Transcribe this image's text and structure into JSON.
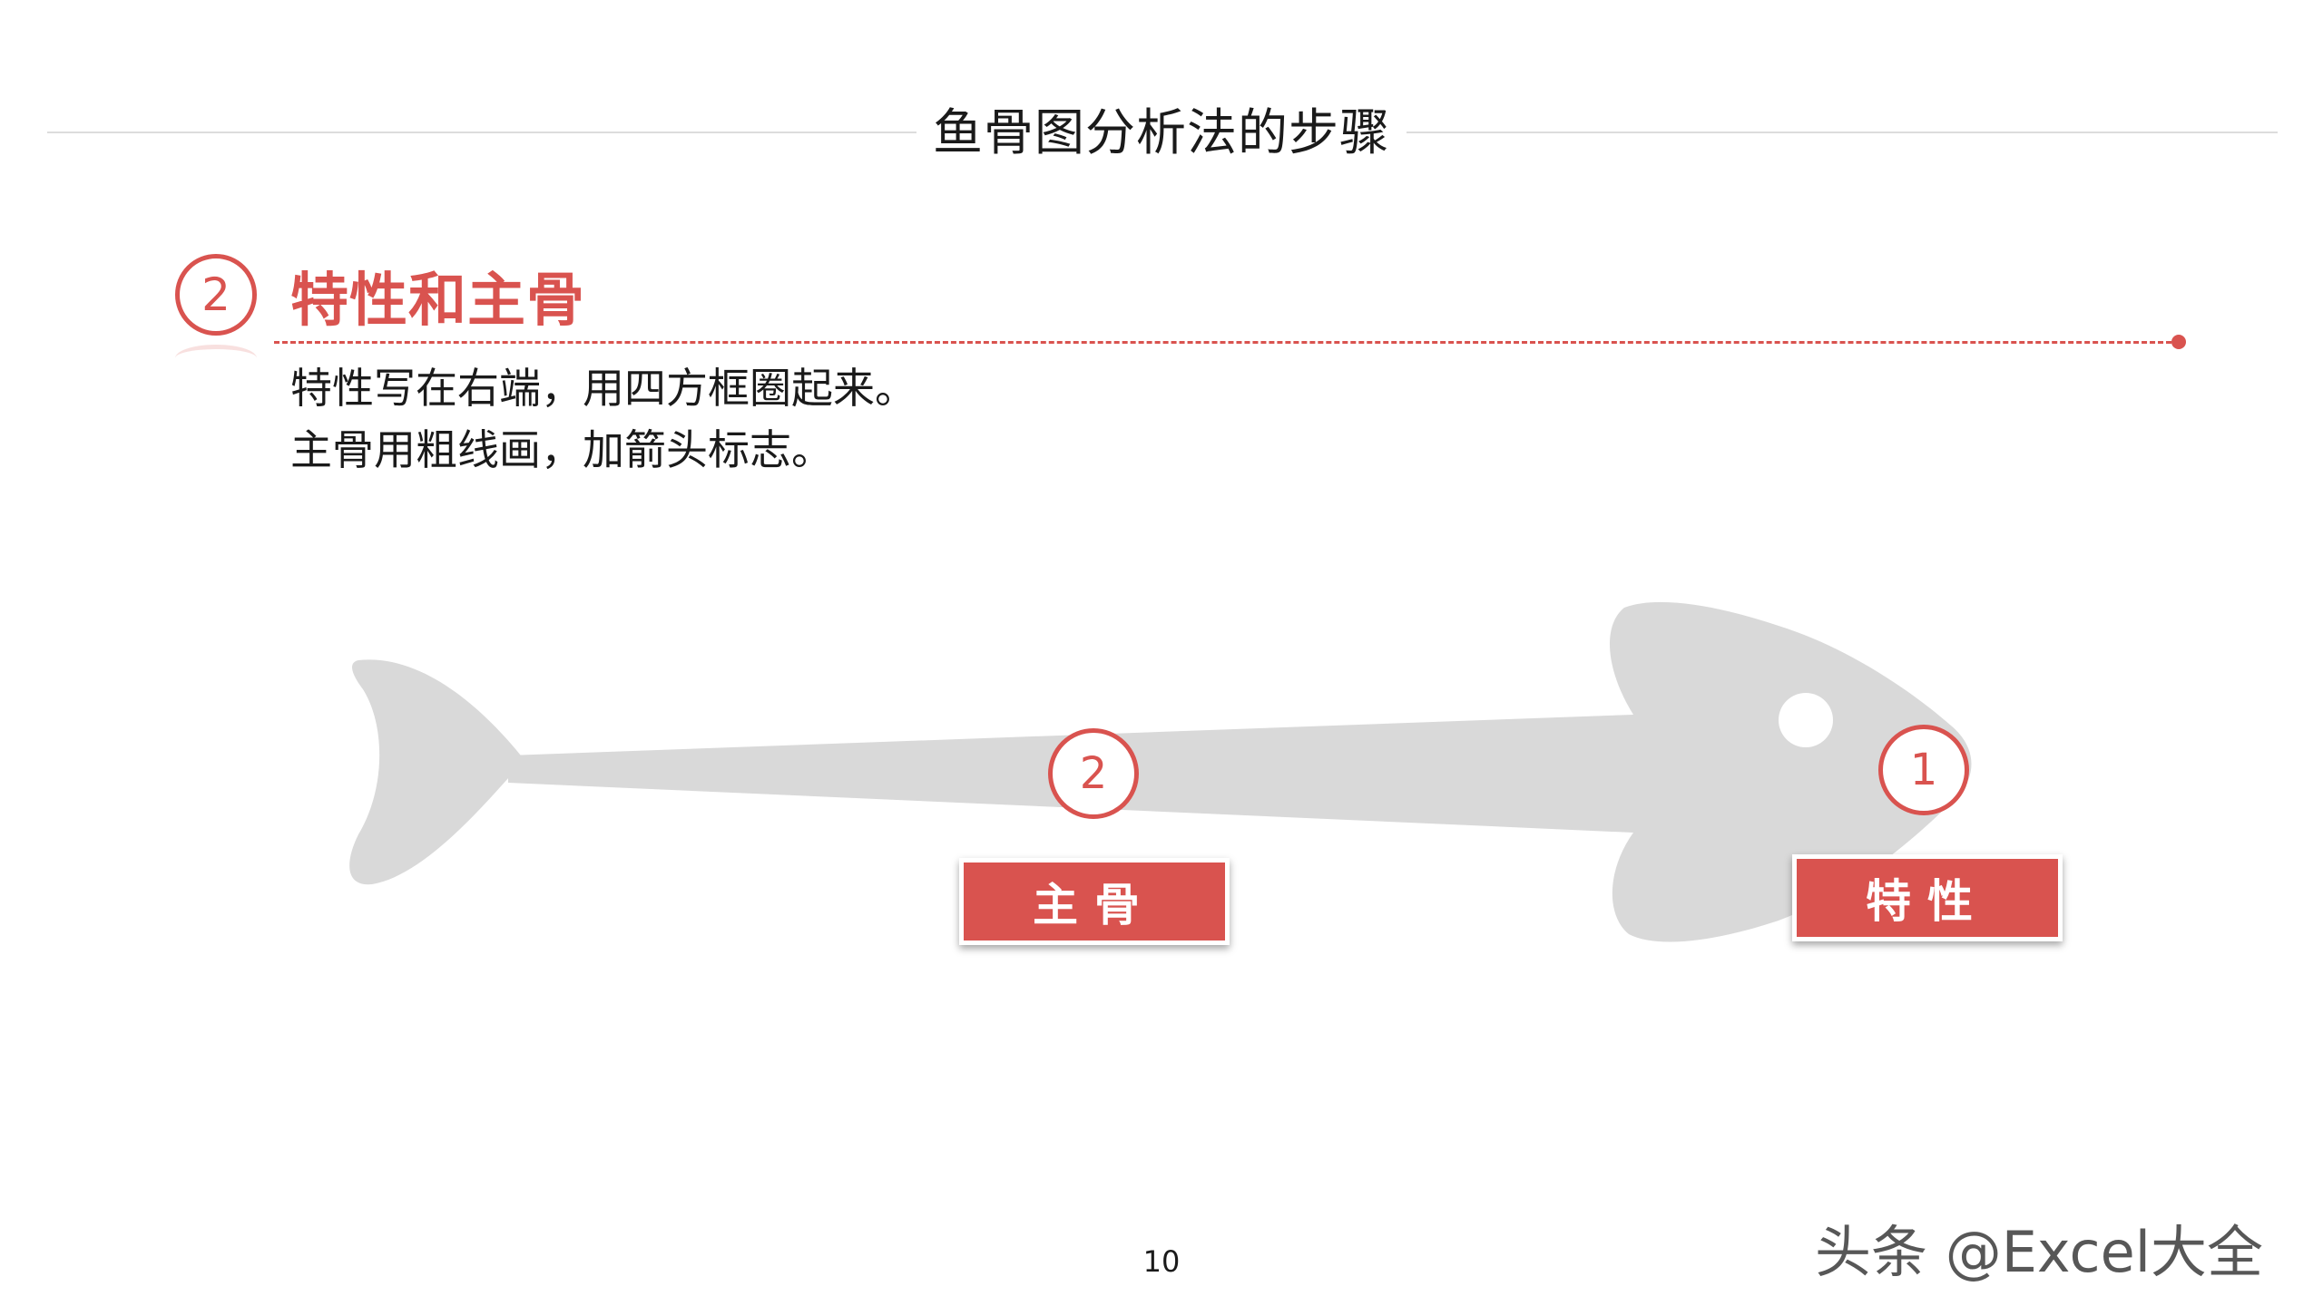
{
  "header": {
    "title": "鱼骨图分析法的步骤"
  },
  "section": {
    "number": "2",
    "title": "特性和主骨",
    "lines": [
      "特性写在右端，用四方框圈起来。",
      "主骨用粗线画，加箭头标志。"
    ]
  },
  "diagram": {
    "markers": [
      {
        "number": "2",
        "label": "主骨"
      },
      {
        "number": "1",
        "label": "特性"
      }
    ]
  },
  "footer": {
    "page_number": "10",
    "watermark": "头条 @Excel大全"
  },
  "colors": {
    "accent": "#d9534f",
    "fish": "#d9d9d9",
    "header_line": "#dcdcdc"
  }
}
